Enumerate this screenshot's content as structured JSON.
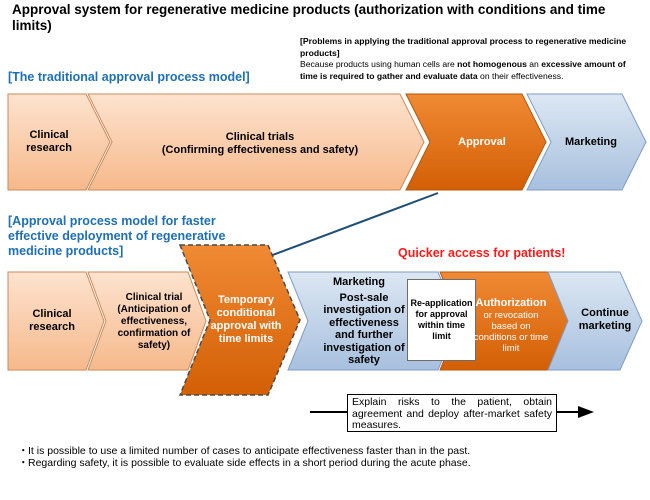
{
  "title": "Approval system for regenerative medicine products (authorization with conditions and time limits)",
  "problem": {
    "heading": "[Problems in applying the traditional approval process to regenerative medicine products]",
    "text_1": "Because products using human cells are ",
    "bold_1": "not homogenous",
    "text_2": " an ",
    "bold_2": "excessive amount of time is required to gather and evaluate data",
    "text_3": " on their effectiveness."
  },
  "traditional": {
    "heading": "[The traditional approval process model]",
    "stages": {
      "clinical_research": "Clinical research",
      "clinical_trials_1": "Clinical trials",
      "clinical_trials_2": "(Confirming effectiveness and safety)",
      "approval": "Approval",
      "marketing": "Marketing"
    }
  },
  "faster": {
    "heading": "[Approval process model for faster effective deployment of regenerative medicine products]",
    "quicker": "Quicker access for patients!",
    "stages": {
      "clinical_research": "Clinical research",
      "clinical_trial": "Clinical trial (Anticipation of effectiveness, confirmation of safety)",
      "temporary": "Temporary conditional approval with time limits",
      "marketing": "Marketing",
      "postsale": "Post-sale investigation of effectiveness and further investigation of safety",
      "reapplication": "Re-application for approval within time limit",
      "authorization": "Authorization",
      "authorization_sub": "or revocation based on conditions or time limit",
      "continue": "Continue marketing"
    }
  },
  "explain": "Explain risks to the patient, obtain agreement and deploy after-market safety measures.",
  "bullets": [
    "It is possible to use a limited number of cases to anticipate effectiveness faster than in the past.",
    "Regarding safety, it is possible to evaluate side effects in a short period during the acute phase."
  ],
  "bullet_marker": "・",
  "colors": {
    "peach": "#f9c9a4",
    "orange": "#e46c0a",
    "blue": "#b9cde5",
    "heading_blue": "#1f6fb5",
    "red": "#ff1a1a"
  }
}
